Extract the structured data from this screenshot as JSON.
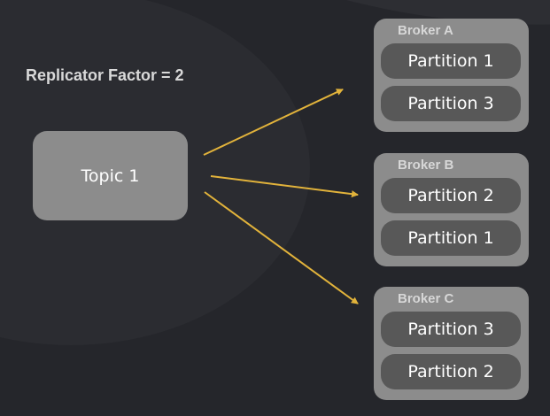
{
  "replication_label": "Replicator Factor = 2",
  "topic": {
    "label": "Topic 1"
  },
  "brokers": [
    {
      "title": "Broker A",
      "partitions": [
        "Partition 1",
        "Partition 3"
      ]
    },
    {
      "title": "Broker B",
      "partitions": [
        "Partition 2",
        "Partition 1"
      ]
    },
    {
      "title": "Broker C",
      "partitions": [
        "Partition 3",
        "Partition 2"
      ]
    }
  ],
  "colors": {
    "background": "#25262b",
    "box": "#8c8c8c",
    "partition": "#585858",
    "arrow": "#e2b33b",
    "text": "#ffffff"
  }
}
